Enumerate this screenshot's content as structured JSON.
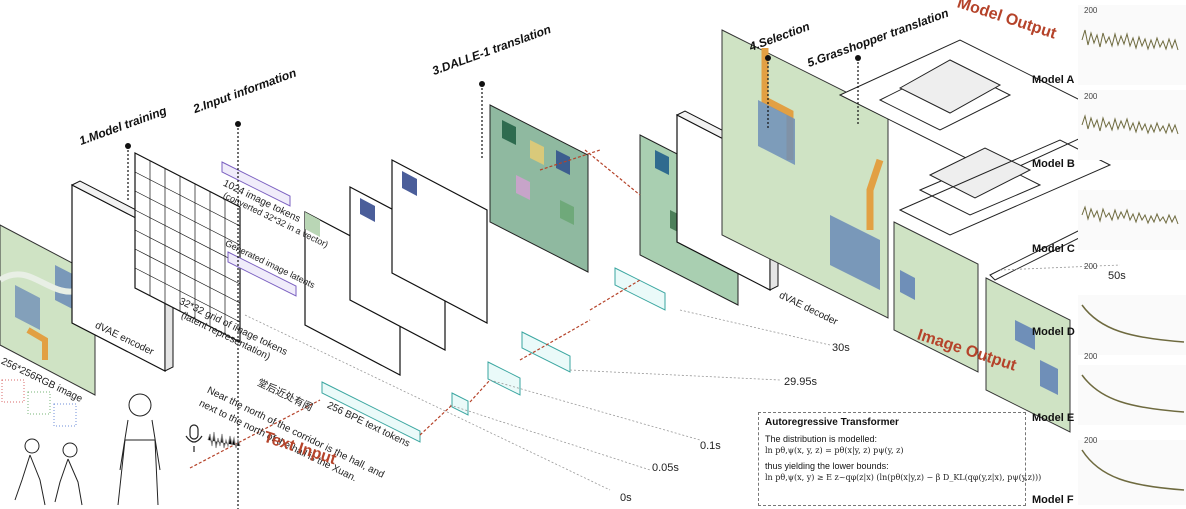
{
  "steps": {
    "s1": "1.Model training",
    "s2": "2.Input information",
    "s3": "3.DALLE-1 translation",
    "s4": "4.Selection",
    "s5": "5.Grasshopper translation"
  },
  "labels": {
    "image_size": "256*256RGB image",
    "dvae_encoder": "dVAE encoder",
    "grid_tokens": "32*32 grid of image tokens",
    "latent_rep": "(latent representation)",
    "image_tokens": "1024 image tokens",
    "converted": "(converted 32*32 in a vector)",
    "generated_latents": "Generated image latents",
    "bpe_tokens": "256 BPE text tokens",
    "chinese_text": "堂后近处有阁",
    "english_text_1": "Near the north of the corridor is the hall, and",
    "english_text_2": "next to the north of the hall is the Xuan.",
    "dvae_decoder": "dVAE decoder",
    "text_input": "Text Input",
    "image_output": "Image Output",
    "model_output": "Model Output"
  },
  "times": {
    "t0": "0s",
    "t1": "0.05s",
    "t2": "0.1s",
    "t3": "29.95s",
    "t4": "30s",
    "t5": "50s"
  },
  "models": {
    "a": "Model A",
    "b": "Model B",
    "c": "Model C",
    "d": "Model D",
    "e": "Model E",
    "f": "Model F"
  },
  "plot_axis": {
    "y200": "200"
  },
  "formula": {
    "title": "Autoregressive Transformer",
    "line1": "The distribution is modelled:",
    "eq1": "ln pθ,ψ(x, y, z) = pθ(x|y, z) pψ(y, z)",
    "line2": "thus yielding the lower bounds:",
    "eq2": "ln pθ,ψ(x, y) ≥ E z~qφ(z|x) (ln(pθ(x|y,z) − β D_KL(qφ(y,z|x), pψ(y,z)))"
  },
  "colors": {
    "accent_red": "#b5432a",
    "teal": "#3aa6a0",
    "purple": "#7a5fc0",
    "map_green": "#cfe3c4",
    "map_blue": "#6f8fb8",
    "map_orange": "#e2a043"
  }
}
